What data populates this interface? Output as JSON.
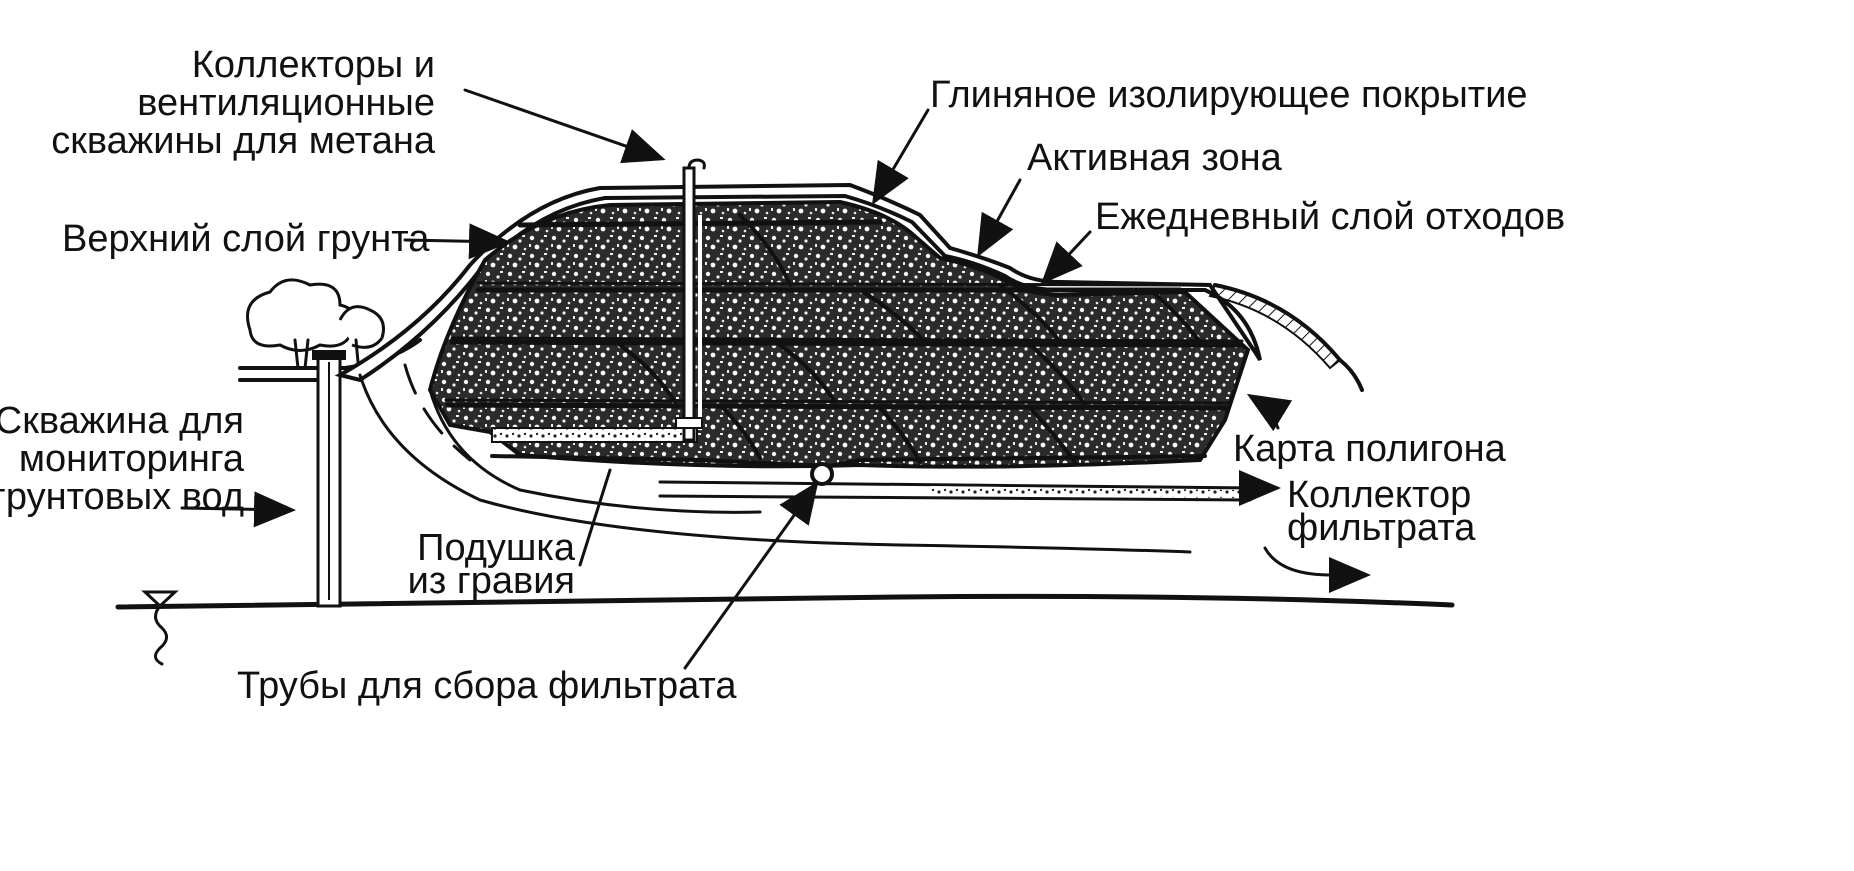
{
  "labels": {
    "methane_line1": "Коллекторы и",
    "methane_line2": "вентиляционные",
    "methane_line3": "скважины для метана",
    "clay_cover": "Глиняное изолирующее покрытие",
    "active_zone": "Активная зона",
    "daily_layer": "Ежедневный слой отходов",
    "topsoil": "Верхний слой грунта",
    "monitoring_line1": "Скважина для",
    "monitoring_line2": "мониторинга",
    "monitoring_line3": "грунтовых вод",
    "landfill_cell": "Карта полигона",
    "leachate_collector_line1": "Коллектор",
    "leachate_collector_line2": "фильтрата",
    "gravel_line1": "Подушка",
    "gravel_line2": "из гравия",
    "leachate_pipes": "Трубы для сбора фильтрата"
  },
  "colors": {
    "ink": "#111111",
    "waste_fill": "#2b2b2b",
    "paper": "#ffffff"
  },
  "icons": {
    "water_table": "water-table-icon",
    "tree": "tree-icon"
  }
}
